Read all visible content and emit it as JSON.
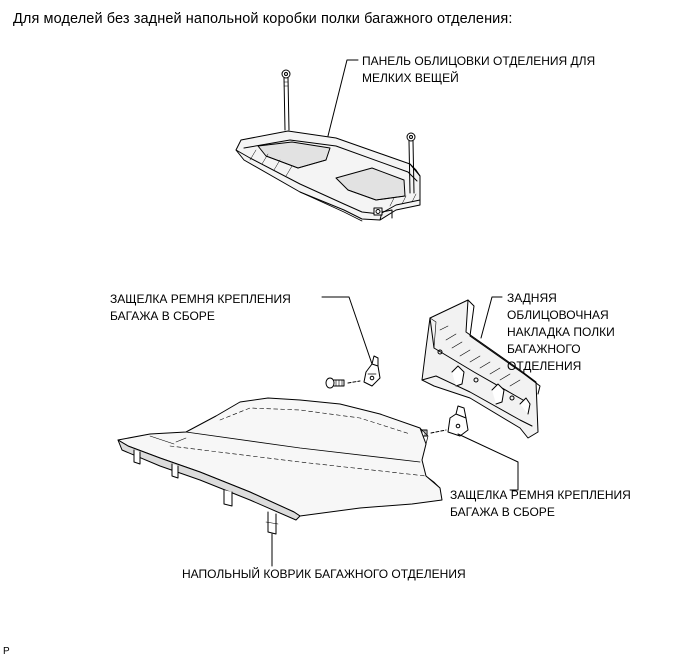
{
  "caption": "Для моделей без задней напольной коробки полки багажного отделения:",
  "labels": {
    "cover_panel": "ПАНЕЛЬ ОБЛИЦОВКИ ОТДЕЛЕНИЯ ДЛЯ\nМЕЛКИХ ВЕЩЕЙ",
    "latch_upper": "ЗАЩЕЛКА РЕМНЯ КРЕПЛЕНИЯ\nБАГАЖА В СБОРЕ",
    "rear_trim": "ЗАДНЯЯ\nОБЛИЦОВОЧНАЯ\nНАКЛАДКА ПОЛКИ\nБАГАЖНОГО\nОТДЕЛЕНИЯ",
    "latch_lower": "ЗАЩЕЛКА РЕМНЯ КРЕПЛЕНИЯ\nБАГАЖА В СБОРЕ",
    "floor_mat": "НАПОЛЬНЫЙ КОВРИК БАГАЖНОГО ОТДЕЛЕНИЯ"
  },
  "code": "P"
}
